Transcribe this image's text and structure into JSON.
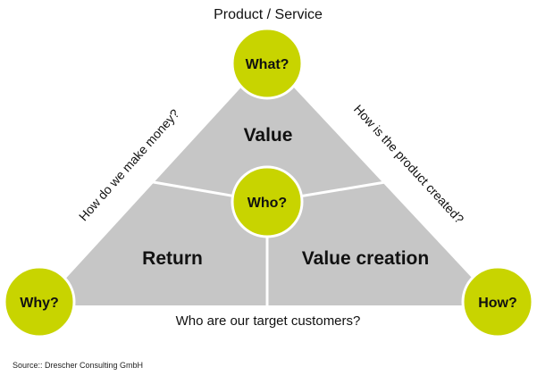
{
  "top_label": "Product / Service",
  "nodes": {
    "what": "What?",
    "who": "Who?",
    "why": "Why?",
    "how": "How?"
  },
  "sections": {
    "value": "Value",
    "return": "Return",
    "value_creation": "Value creation"
  },
  "edges": {
    "left": "How do we make money?",
    "right": "How is the product created?",
    "bottom": "Who are our target customers?"
  },
  "source": "Source:: Drescher Consulting GmbH",
  "colors": {
    "circle_fill": "#c8d400",
    "circle_stroke": "#ffffff",
    "triangle_fill": "#c6c6c6",
    "divider": "#ffffff"
  }
}
